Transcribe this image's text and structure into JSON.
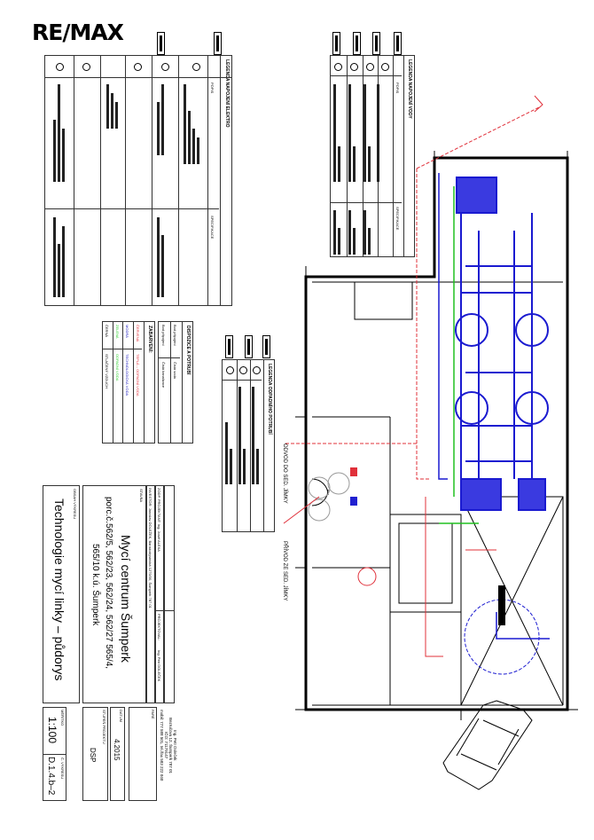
{
  "logo": "RE/MAX",
  "legend_electro": {
    "title": "LEGENDA NAPOJENÍ ELEKTRO",
    "col_popis": "POPIS",
    "col_spec": "SPECIFIKACE"
  },
  "legend_water": {
    "title": "LEGENDA NAPOJENÍ VODY",
    "col_popis": "POPIS",
    "col_spec": "SPECIFIKACE"
  },
  "legend_waste": {
    "title": "LEGENDA ODPADNÍHO POTRUBÍ"
  },
  "legend_pipes": {
    "title": "DISPOZICE A POTRUBÍ",
    "rows": [
      {
        "label": "Bod připojení",
        "value": "Čistá voda"
      },
      {
        "label": "Bod připojení",
        "value": "Čistá kanalizace"
      }
    ]
  },
  "legend_colors": {
    "title": "ZABARVENÍ:",
    "rows": [
      {
        "name": "ČERVENÁ",
        "desc": "TEPLÁ – ODPADNÍ VODA",
        "color": "#e0303a"
      },
      {
        "name": "MODRÁ",
        "desc": "TECHNOLOGICKÁ VODA",
        "color": "#2020c0"
      },
      {
        "name": "ZELENÁ",
        "desc": "ODPADNÍ VODA",
        "color": "#30d030"
      },
      {
        "name": "ČERNÁ",
        "desc": "STLAČENÝ VZDUCH",
        "color": "#000000"
      }
    ]
  },
  "plan": {
    "outlet_label": "ODVOD DO SED. JÍMKY",
    "inlet_label": "PŘÍVOD ZE SED. JÍMKY"
  },
  "title_block": {
    "drawing_label": "OBSAH VÝKRESU",
    "drawing_title": "Technologie mycí linky – půdorys",
    "stavba_label": "STAVBA",
    "project_name": "Mycí centrum Šumperk",
    "parcels_1": "porc.č.562/5, 562/23, 562/24, 562/27 565/4,",
    "parcels_2": "565/10 k.ú. Šumperk",
    "investor": "INVESTOR:  Jaroslav DOLEŽEK, Banskobystrická 1279/30, Šumperk 787 01",
    "responsible": "ZODP. PROJEKTANT: Ing. Josef ALEXA",
    "designed_label": "PROJEKTOVAL:",
    "designed": "Ing. Petr DOLEČEK",
    "firm": [
      "Ing. Petr Doleček",
      "Bezručova 12, Šumperk 787 01",
      "IČO: 71179147",
      "mobil: 777 588 501, tel./fax 583 222 040"
    ],
    "pare_label": "PARÉ",
    "date_label": "DATUM",
    "date": "4.2015",
    "stage_label": "STUPEŇ PROJEKTU",
    "stage": "DSP",
    "scale_label": "MĚŘÍTKO",
    "scale": "1:100",
    "number_label": "Č. VÝKRESU",
    "number": "D.1.4.b–2"
  }
}
